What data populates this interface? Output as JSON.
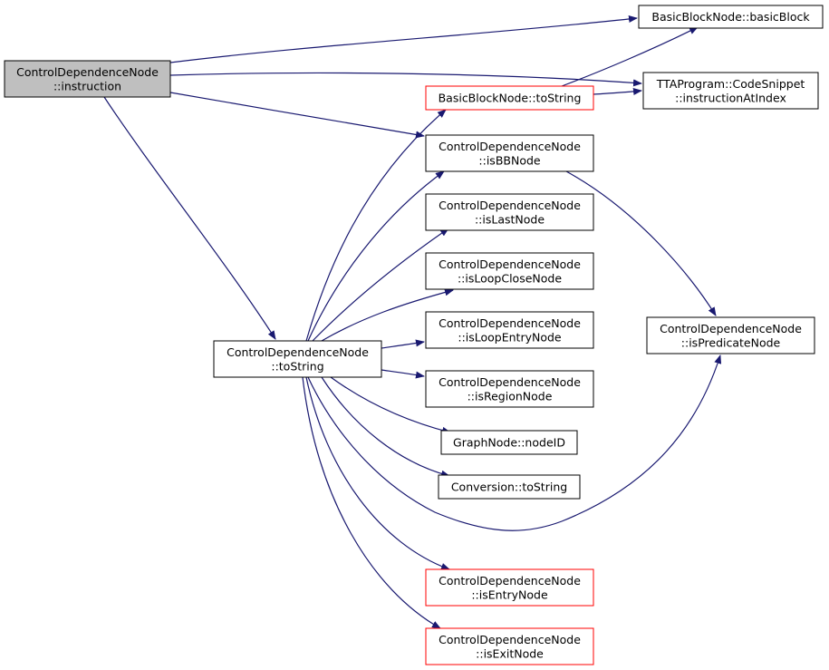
{
  "colors": {
    "edge": "#191970",
    "border_default": "#000000",
    "border_incomplete": "#ff0000",
    "fill_focus": "#bfbfbf",
    "fill_default": "#ffffff"
  },
  "nodes": {
    "instruction": {
      "lines": [
        "ControlDependenceNode",
        "::instruction"
      ],
      "style": "focus"
    },
    "toString": {
      "lines": [
        "ControlDependenceNode",
        "::toString"
      ],
      "style": "default"
    },
    "basicBlock": {
      "lines": [
        "BasicBlockNode::basicBlock"
      ],
      "style": "default"
    },
    "bbToString": {
      "lines": [
        "BasicBlockNode::toString"
      ],
      "style": "incomplete"
    },
    "instructionAtIndex": {
      "lines": [
        "TTAProgram::CodeSnippet",
        "::instructionAtIndex"
      ],
      "style": "default"
    },
    "isBBNode": {
      "lines": [
        "ControlDependenceNode",
        "::isBBNode"
      ],
      "style": "default"
    },
    "isLastNode": {
      "lines": [
        "ControlDependenceNode",
        "::isLastNode"
      ],
      "style": "default"
    },
    "isLoopCloseNode": {
      "lines": [
        "ControlDependenceNode",
        "::isLoopCloseNode"
      ],
      "style": "default"
    },
    "isLoopEntryNode": {
      "lines": [
        "ControlDependenceNode",
        "::isLoopEntryNode"
      ],
      "style": "default"
    },
    "isRegionNode": {
      "lines": [
        "ControlDependenceNode",
        "::isRegionNode"
      ],
      "style": "default"
    },
    "nodeID": {
      "lines": [
        "GraphNode::nodeID"
      ],
      "style": "default"
    },
    "convToString": {
      "lines": [
        "Conversion::toString"
      ],
      "style": "default"
    },
    "isPredicateNode": {
      "lines": [
        "ControlDependenceNode",
        "::isPredicateNode"
      ],
      "style": "default"
    },
    "isEntryNode": {
      "lines": [
        "ControlDependenceNode",
        "::isEntryNode"
      ],
      "style": "incomplete"
    },
    "isExitNode": {
      "lines": [
        "ControlDependenceNode",
        "::isExitNode"
      ],
      "style": "incomplete"
    }
  },
  "edges": [
    {
      "from": "instruction",
      "to": "basicBlock"
    },
    {
      "from": "instruction",
      "to": "instructionAtIndex"
    },
    {
      "from": "instruction",
      "to": "isBBNode"
    },
    {
      "from": "instruction",
      "to": "toString"
    },
    {
      "from": "bbToString",
      "to": "basicBlock"
    },
    {
      "from": "bbToString",
      "to": "instructionAtIndex"
    },
    {
      "from": "isBBNode",
      "to": "isPredicateNode"
    },
    {
      "from": "toString",
      "to": "bbToString"
    },
    {
      "from": "toString",
      "to": "isBBNode"
    },
    {
      "from": "toString",
      "to": "isLastNode"
    },
    {
      "from": "toString",
      "to": "isLoopCloseNode"
    },
    {
      "from": "toString",
      "to": "isLoopEntryNode"
    },
    {
      "from": "toString",
      "to": "isRegionNode"
    },
    {
      "from": "toString",
      "to": "nodeID"
    },
    {
      "from": "toString",
      "to": "convToString"
    },
    {
      "from": "toString",
      "to": "isPredicateNode"
    },
    {
      "from": "toString",
      "to": "isEntryNode"
    },
    {
      "from": "toString",
      "to": "isExitNode"
    }
  ]
}
